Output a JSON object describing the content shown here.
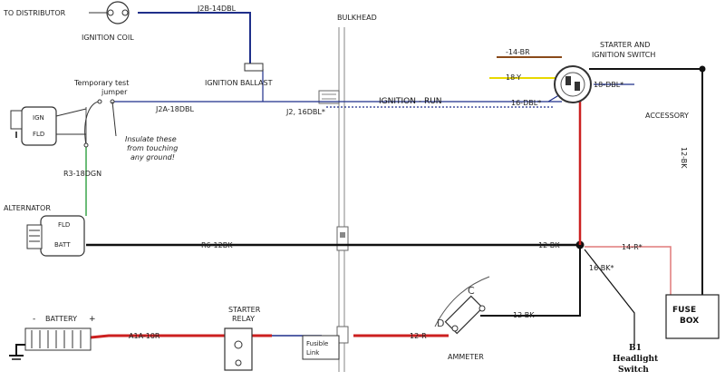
{
  "colors": {
    "wire_blue": "#1f2f8a",
    "wire_black": "#111111",
    "wire_red": "#cc2020",
    "wire_green": "#3aa64a",
    "wire_brown": "#8a4a1a",
    "wire_yellow": "#e8d800",
    "wire_salmon": "#e07a7a",
    "bulkhead_gray": "#9a9a9a"
  },
  "labels": {
    "to_distributor": "TO DISTRIBUTOR",
    "ignition_coil": "IGNITION COIL",
    "j2b": "J2B-14DBL",
    "bulkhead": "BULKHEAD",
    "ignition_ballast": "IGNITION BALLAST",
    "starter_switch_line1": "STARTER AND",
    "starter_switch_line2": "IGNITION SWITCH",
    "w14br": "-14-BR",
    "w18y": "18-Y",
    "w16dbl": "16-DBL*",
    "w18dbl": "18-DBL*",
    "temp_jumper_line1": "Temporary test",
    "temp_jumper_line2": "jumper",
    "j2a": "J2A-18DBL",
    "j2_16dbl": "J2, 16DBL*",
    "ignition_run": "IGNITION - RUN",
    "accessory": "ACCESSORY",
    "w12bk_vertical": "12-BK",
    "insulate_line1": "Insulate these",
    "insulate_line2": "from touching",
    "insulate_line3": "any ground!",
    "r3": "R3-18DGN",
    "alternator": "ALTERNATOR",
    "ign": "IGN",
    "fld": "FLD",
    "batt": "BATT",
    "r6": "R6-12BK",
    "w12bk_junction": "12-BK",
    "w14r": "14-R*",
    "w16bk": "16-BK*",
    "fuse_box_line1": "FUSE",
    "fuse_box_line2": "BOX",
    "ammeter_c": "C",
    "ammeter_d": "D",
    "w12bk_ammeter": "12 BK",
    "battery": "BATTERY",
    "battery_minus": "-",
    "battery_plus": "+",
    "a1a": "A1A-10R",
    "starter_relay_line1": "STARTER",
    "starter_relay_line2": "RELAY",
    "fusible_line1": "Fusible",
    "fusible_line2": "Link",
    "w12r": "12-R",
    "ammeter": "AMMETER",
    "b1": "B1",
    "headlight_line1": "Headlight",
    "headlight_line2": "Switch"
  }
}
